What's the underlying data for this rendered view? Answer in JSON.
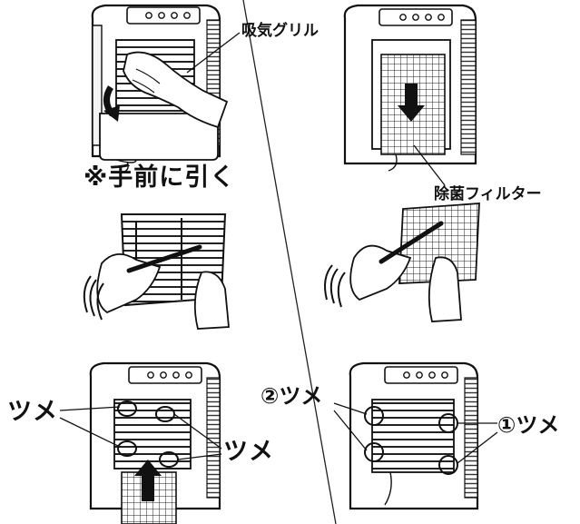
{
  "labels": {
    "intake_grill": "吸気グリル",
    "pull_forward": "※手前に引く",
    "antibacterial_filter": "除菌フィルター",
    "tab_left": "ツメ",
    "tab_right": "ツメ",
    "tab_2": "②ツメ",
    "tab_1": "①ツメ"
  }
}
